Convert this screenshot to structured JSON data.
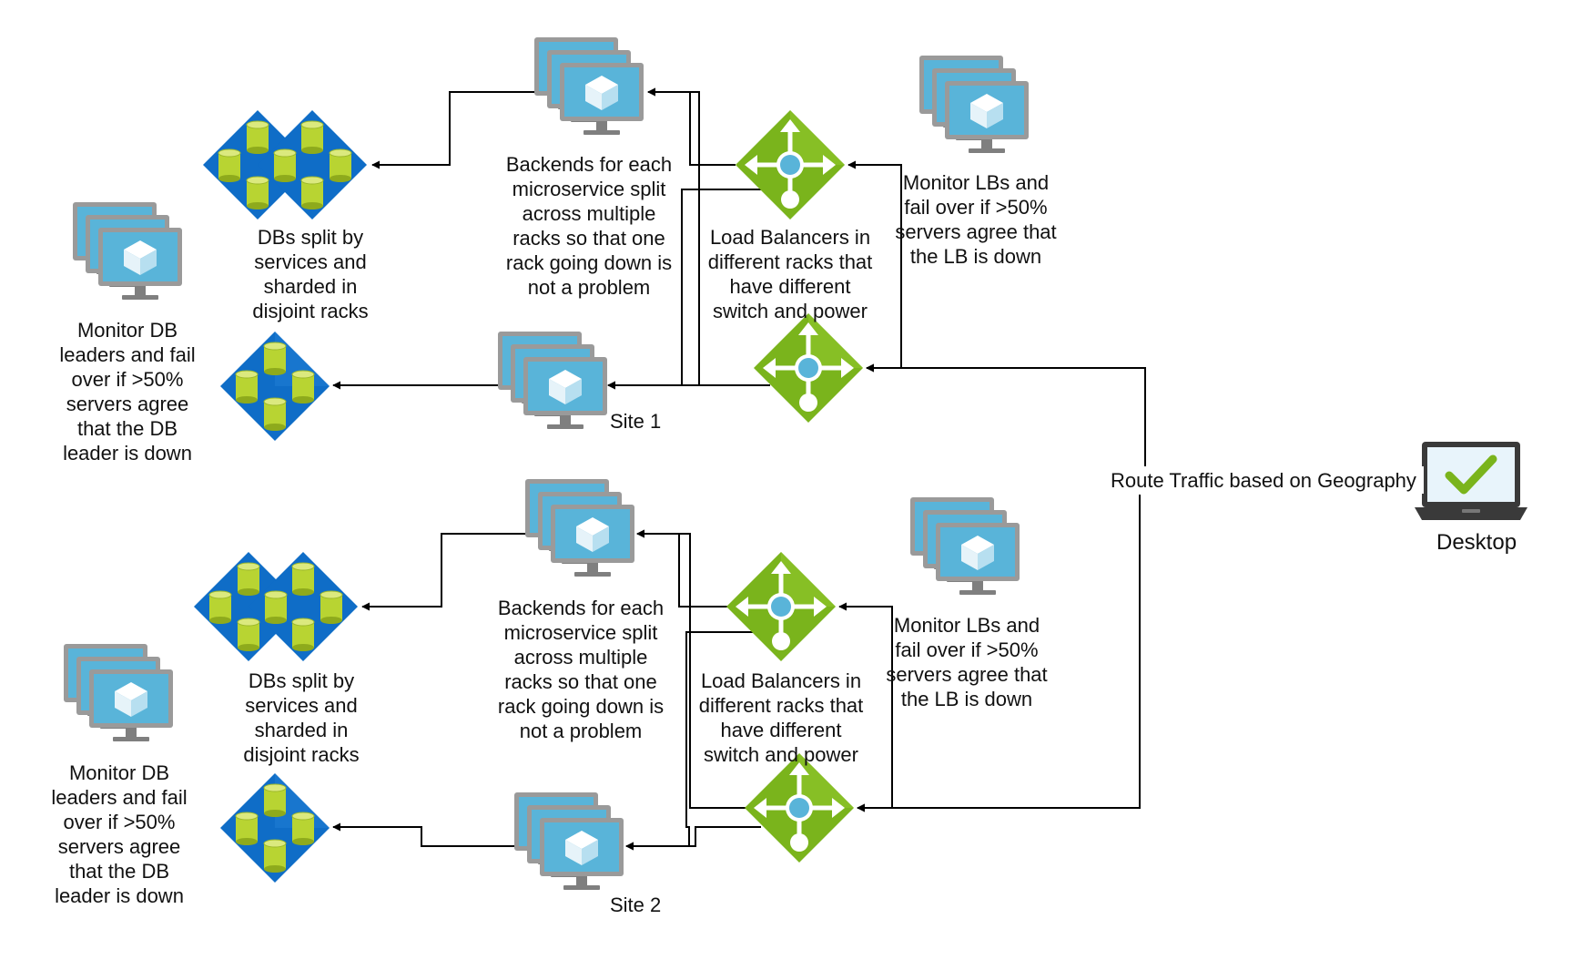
{
  "colors": {
    "monitor_frame": "#9a9a9a",
    "monitor_screen": "#59b4d9",
    "db_diamond": "#0f6dc7",
    "db_cylinder": "#b8d432",
    "lb_diamond": "#7ab41c",
    "lb_hub": "#59b4d9",
    "laptop_body": "#3a3a3a",
    "laptop_screen": "#e8f4fb",
    "check": "#7ab41c",
    "connector": "#000000"
  },
  "icons": {
    "server_group": "server-stack-icon",
    "database": "database-icon",
    "load_balancer": "load-balancer-icon",
    "client": "laptop-icon"
  },
  "site1": {
    "db_label": "DBs split by services and sharded in disjoint racks",
    "backend_label": "Backends for each microservice split across multiple racks so that one rack going down is not a problem",
    "lb_label": "Load Balancers in different racks that have different switch and power",
    "lb_monitor_label": "Monitor LBs and fail over if >50% servers agree that the LB is down",
    "db_monitor_label": "Monitor DB leaders and fail over if >50% servers agree that the DB leader is down",
    "site_label": "Site 1"
  },
  "site2": {
    "db_label": "DBs split by services and sharded in disjoint racks",
    "backend_label": "Backends for each microservice split across multiple racks so that one rack going down is not a problem",
    "lb_label": "Load Balancers in different racks that have different switch and power",
    "lb_monitor_label": "Monitor LBs and fail over if >50% servers agree that the LB is down",
    "db_monitor_label": "Monitor DB leaders and fail over if >50% servers agree that the DB leader is down",
    "site_label": "Site 2"
  },
  "routing": {
    "route_label": "Route Traffic based on Geography",
    "client_label": "Desktop"
  }
}
